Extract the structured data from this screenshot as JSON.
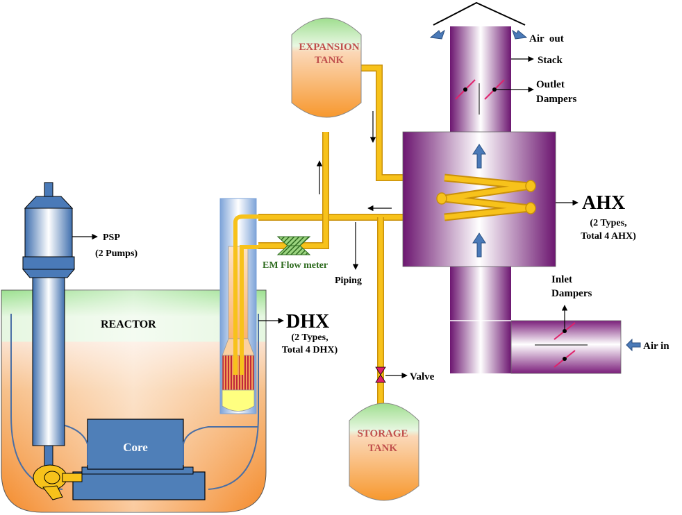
{
  "labels": {
    "expansion_tank_l1": "EXPANSION",
    "expansion_tank_l2": "TANK",
    "storage_tank_l1": "STORAGE",
    "storage_tank_l2": "TANK",
    "air_out": "Air  out",
    "stack": "Stack",
    "outlet_dampers_l1": "Outlet",
    "outlet_dampers_l2": "Dampers",
    "ahx": "AHX",
    "ahx_note_l1": "(2 Types,",
    "ahx_note_l2": "Total 4 AHX)",
    "inlet_dampers_l1": "Inlet",
    "inlet_dampers_l2": "Dampers",
    "air_in": "Air in",
    "psp": "PSP",
    "psp_note": "(2 Pumps)",
    "reactor": "REACTOR",
    "core": "Core",
    "em_flow_meter": "EM Flow meter",
    "piping": "Piping",
    "dhx": "DHX",
    "dhx_note_l1": "(2 Types,",
    "dhx_note_l2": "Total 4 DHX)",
    "valve": "Valve"
  },
  "colors": {
    "sodium_pipe": "#f7c21b",
    "pipe_edge": "#c9900a",
    "tank_orange": "#f7a04a",
    "tank_green": "#a7e09a",
    "stack_purple": "#7b1f7b",
    "vessel_blue": "#4a7ab8",
    "core_blue": "#4f7fb8",
    "text_red": "#c0504d",
    "text_green": "#2e6b1f",
    "damper_pink": "#e0206a"
  }
}
